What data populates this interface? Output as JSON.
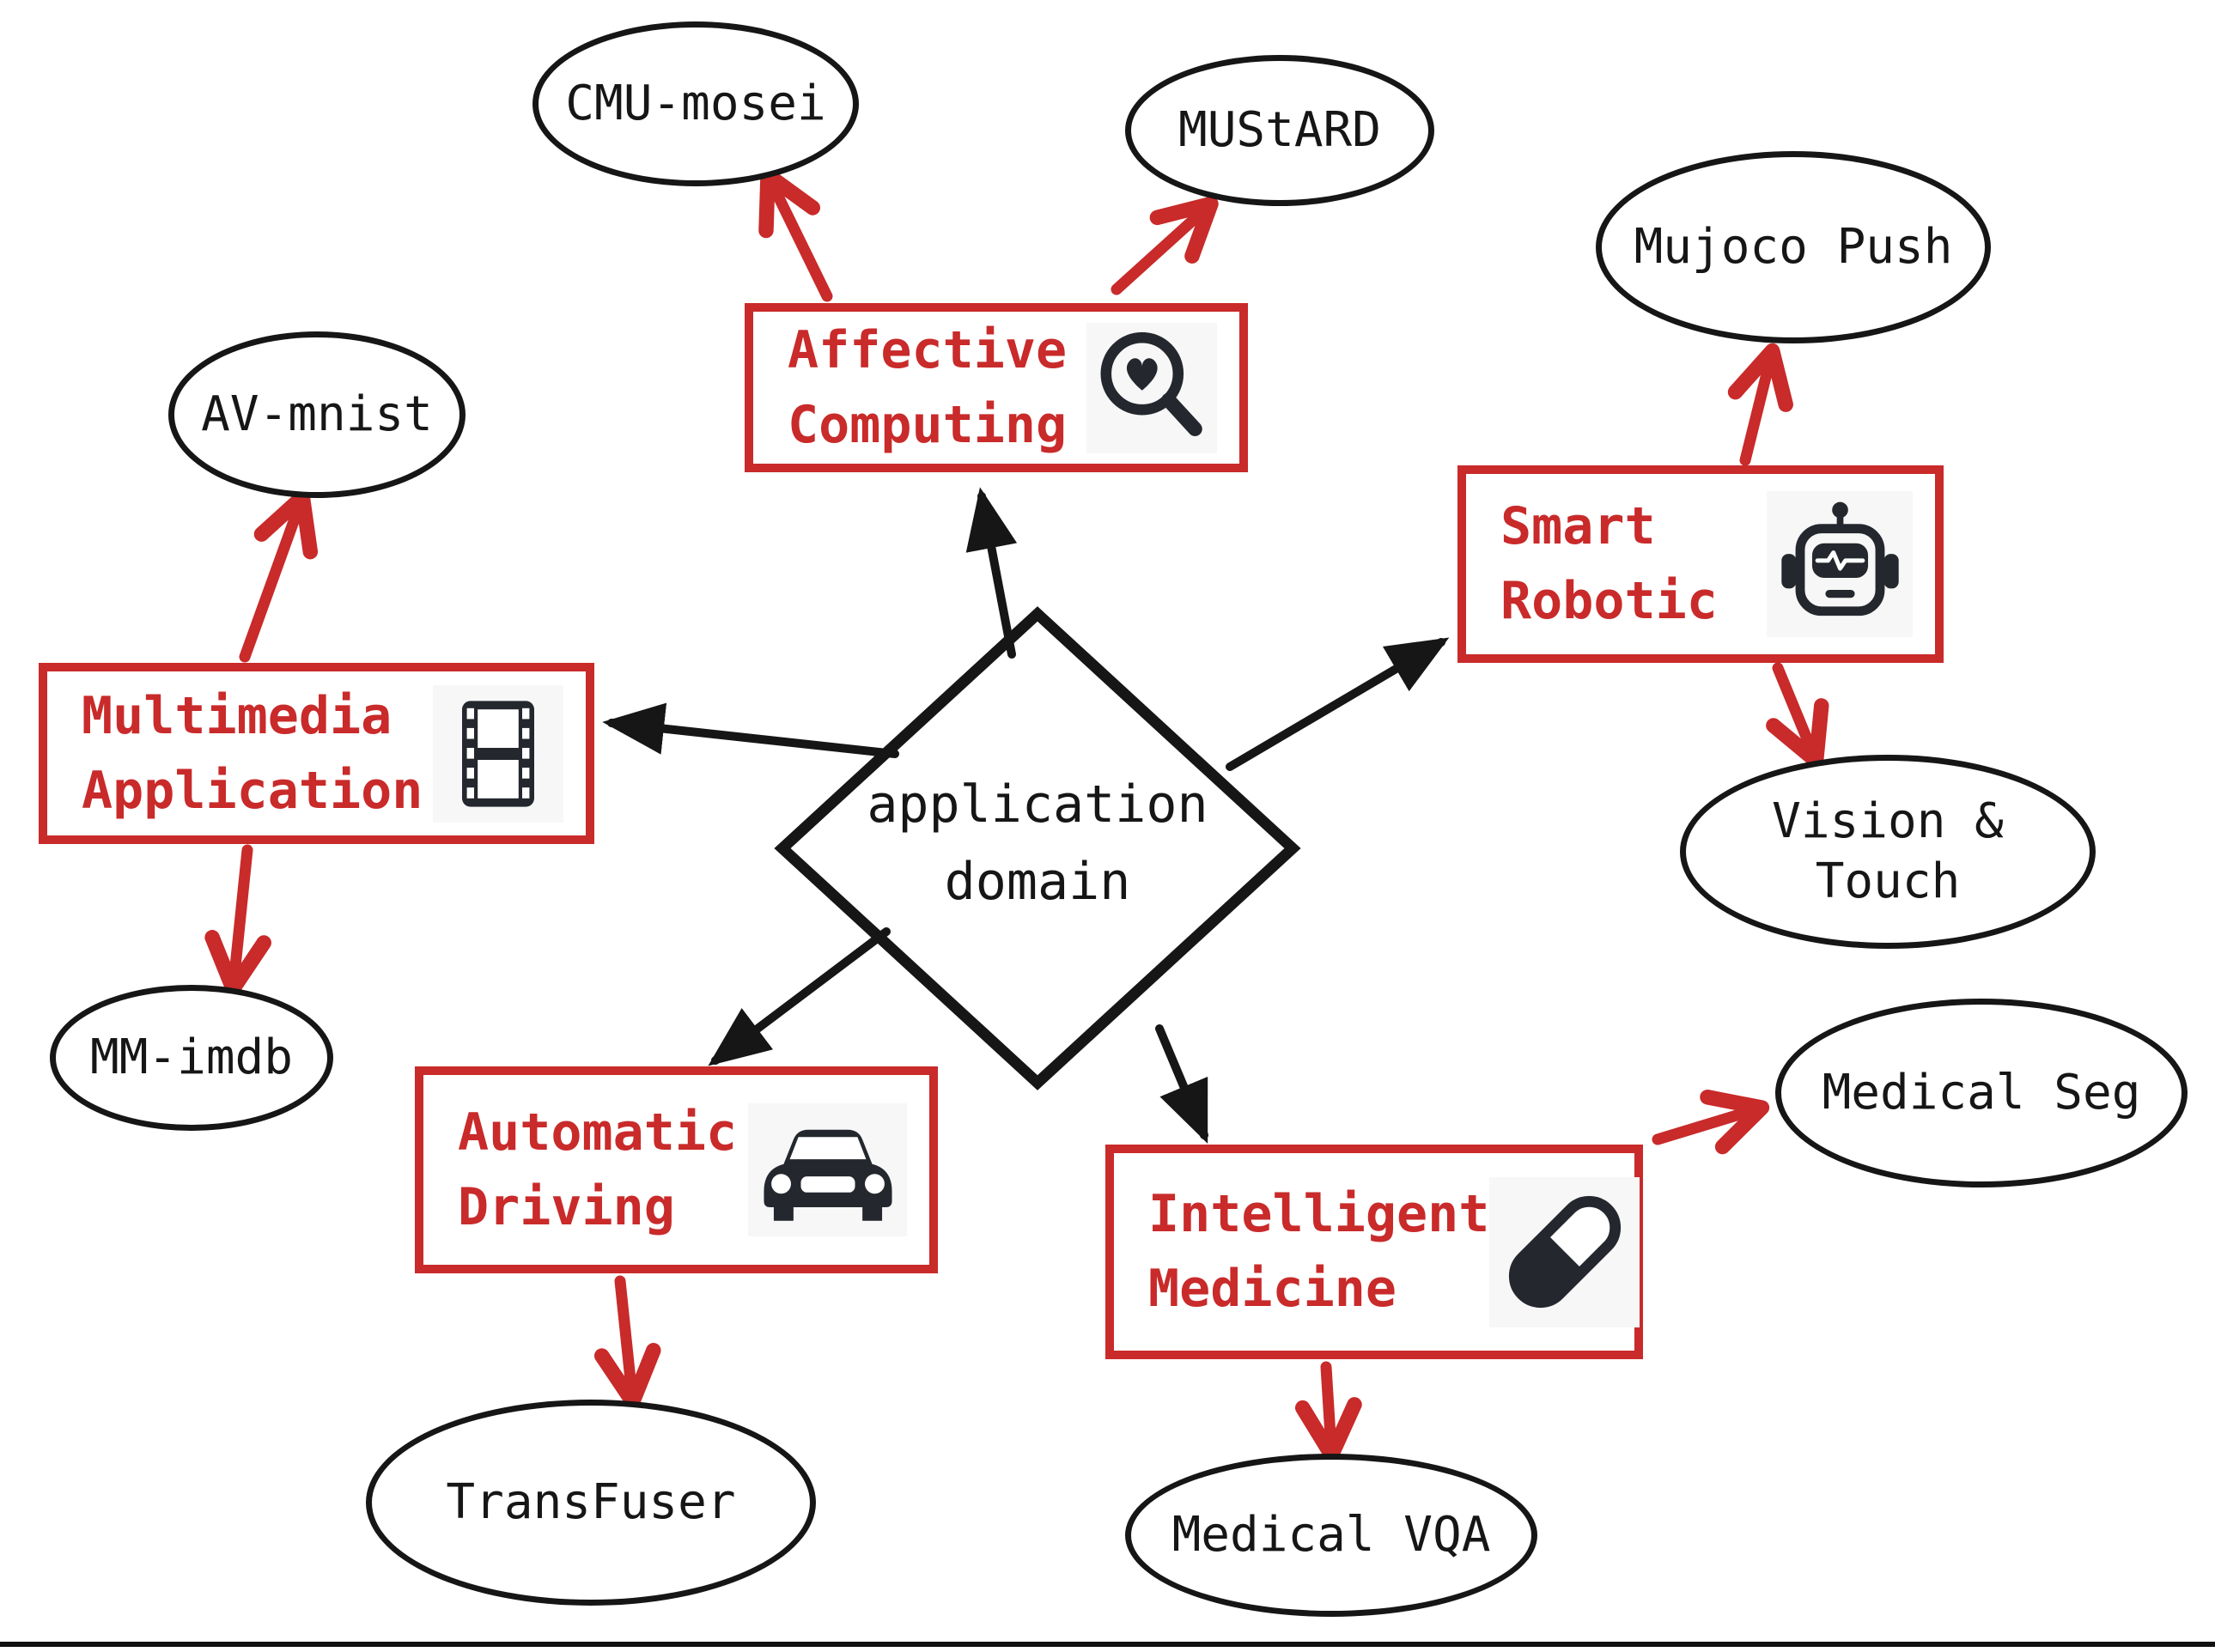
{
  "diagram": {
    "center": {
      "label": "application\ndomain"
    },
    "domains": [
      {
        "id": "affective-computing",
        "label": "Affective\nComputing",
        "icon": "heart-search-icon"
      },
      {
        "id": "smart-robotic",
        "label": "Smart\nRobotic",
        "icon": "robot-icon"
      },
      {
        "id": "multimedia-application",
        "label": "Multimedia\nApplication",
        "icon": "film-icon"
      },
      {
        "id": "automatic-driving",
        "label": "Automatic\nDriving",
        "icon": "car-icon"
      },
      {
        "id": "intelligent-medicine",
        "label": "Intelligent\nMedicine",
        "icon": "pill-icon"
      }
    ],
    "datasets": [
      {
        "id": "cmu-mosei",
        "label": "CMU-mosei"
      },
      {
        "id": "mustard",
        "label": "MUStARD"
      },
      {
        "id": "mujoco-push",
        "label": "Mujoco Push"
      },
      {
        "id": "av-mnist",
        "label": "AV-mnist"
      },
      {
        "id": "vision-touch",
        "label": "Vision &\nTouch"
      },
      {
        "id": "mm-imdb",
        "label": "MM-imdb"
      },
      {
        "id": "medical-seg",
        "label": "Medical Seg"
      },
      {
        "id": "transfuser",
        "label": "TransFuser"
      },
      {
        "id": "medical-vqa",
        "label": "Medical VQA"
      }
    ],
    "connections": [
      {
        "from": "application domain",
        "to": "Affective Computing",
        "color": "black"
      },
      {
        "from": "application domain",
        "to": "Smart Robotic",
        "color": "black"
      },
      {
        "from": "application domain",
        "to": "Multimedia Application",
        "color": "black"
      },
      {
        "from": "application domain",
        "to": "Automatic Driving",
        "color": "black"
      },
      {
        "from": "application domain",
        "to": "Intelligent Medicine",
        "color": "black"
      },
      {
        "from": "Affective Computing",
        "to": "CMU-mosei",
        "color": "red"
      },
      {
        "from": "Affective Computing",
        "to": "MUStARD",
        "color": "red"
      },
      {
        "from": "Smart Robotic",
        "to": "Mujoco Push",
        "color": "red"
      },
      {
        "from": "Smart Robotic",
        "to": "Vision & Touch",
        "color": "red"
      },
      {
        "from": "Multimedia Application",
        "to": "AV-mnist",
        "color": "red"
      },
      {
        "from": "Multimedia Application",
        "to": "MM-imdb",
        "color": "red"
      },
      {
        "from": "Automatic Driving",
        "to": "TransFuser",
        "color": "red"
      },
      {
        "from": "Intelligent Medicine",
        "to": "Medical VQA",
        "color": "red"
      },
      {
        "from": "Intelligent Medicine",
        "to": "Medical Seg",
        "color": "red"
      }
    ],
    "colors": {
      "domain_accent": "#c92a2a",
      "ink": "#161616"
    }
  }
}
